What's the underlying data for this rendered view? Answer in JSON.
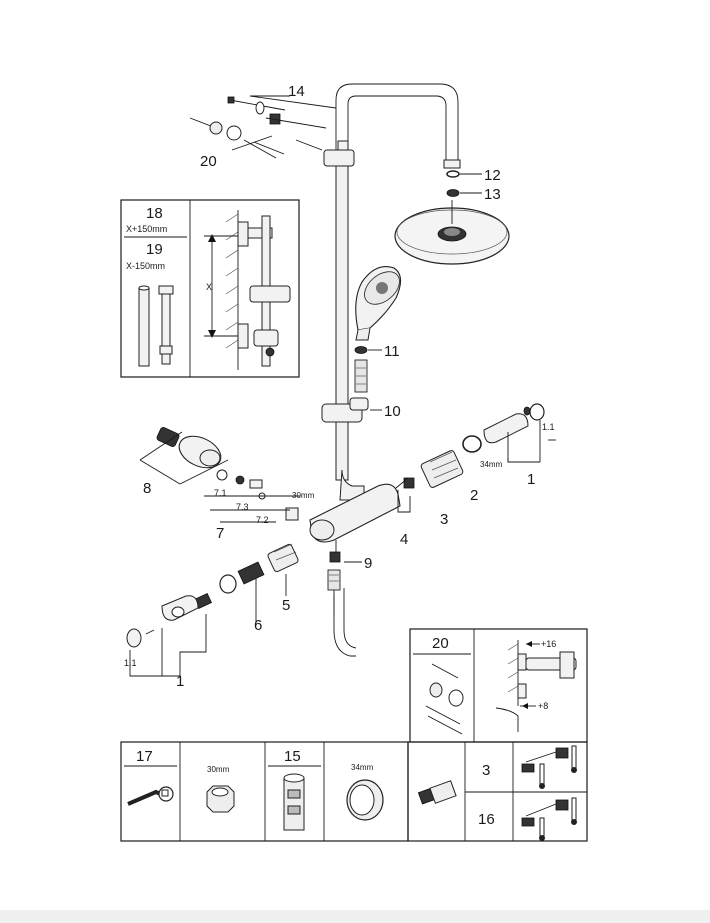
{
  "callouts": {
    "c14": "14",
    "c20": "20",
    "c12": "12",
    "c13": "13",
    "c11": "11",
    "c10": "10",
    "c8": "8",
    "c7_1": "7.1",
    "c7_3": "7.3",
    "c7_2": "7.2",
    "c7": "7",
    "c30mm": "30mm",
    "c2": "2",
    "c34mm": "34mm",
    "c1_1_right": "1.1",
    "c1_right": "1",
    "c3": "3",
    "c4": "4",
    "c9": "9",
    "c6": "6",
    "c5": "5",
    "c1_1_left": "1.1",
    "c1_left": "1"
  },
  "inset_extension": {
    "label_18": "18",
    "label_18_sub": "X+150mm",
    "label_19": "19",
    "label_19_sub": "X-150mm",
    "dim_x": "X"
  },
  "inset_20": {
    "title": "20",
    "dim_16": "+16",
    "dim_8": "+8"
  },
  "bottom_panel": {
    "cell_17": "17",
    "cell_30mm": "30mm",
    "cell_15": "15",
    "cell_34mm": "34mm",
    "cell_3": "3",
    "cell_16": "16"
  },
  "icons": [
    "wrench-icon",
    "nut-icon",
    "cartridge-icon",
    "ring-nut-icon",
    "thermo-cartridge-icon",
    "thermometer-icon"
  ]
}
